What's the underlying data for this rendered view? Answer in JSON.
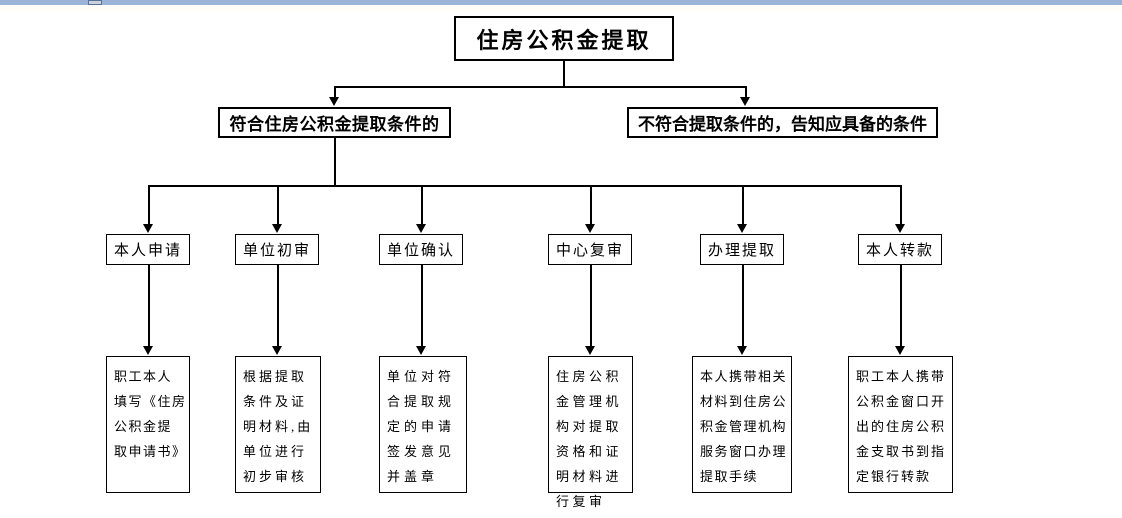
{
  "window": {
    "top_bar_color": "#9ab3d7",
    "tab_color": "#ccd1d9"
  },
  "colors": {
    "box_border": "#000000",
    "line": "#000000",
    "background": "#ffffff"
  },
  "flowchart": {
    "title": "住房公积金提取",
    "branches": [
      {
        "label": "符合住房公积金提取条件的"
      },
      {
        "label": "不符合提取条件的，告知应具备的条件"
      }
    ],
    "steps": [
      {
        "label": "本人申请",
        "detail": "职工本人\n填写《住房\n公积金提\n取申请书》"
      },
      {
        "label": "单位初审",
        "detail": "根据提取\n条件及证\n明材料,由\n单位进行\n初步审核"
      },
      {
        "label": "单位确认",
        "detail": "单位对符\n合提取规\n定的申请\n签发意见\n并盖章"
      },
      {
        "label": "中心复审",
        "detail": "住房公积\n金管理机\n构对提取\n资格和证\n明材料进\n行复审"
      },
      {
        "label": "办理提取",
        "detail": "本人携带相关\n材料到住房公\n积金管理机构\n服务窗口办理\n提取手续"
      },
      {
        "label": "本人转款",
        "detail": "职工本人携带\n公积金窗口开\n出的住房公积\n金支取书到指\n定银行转款"
      }
    ]
  }
}
